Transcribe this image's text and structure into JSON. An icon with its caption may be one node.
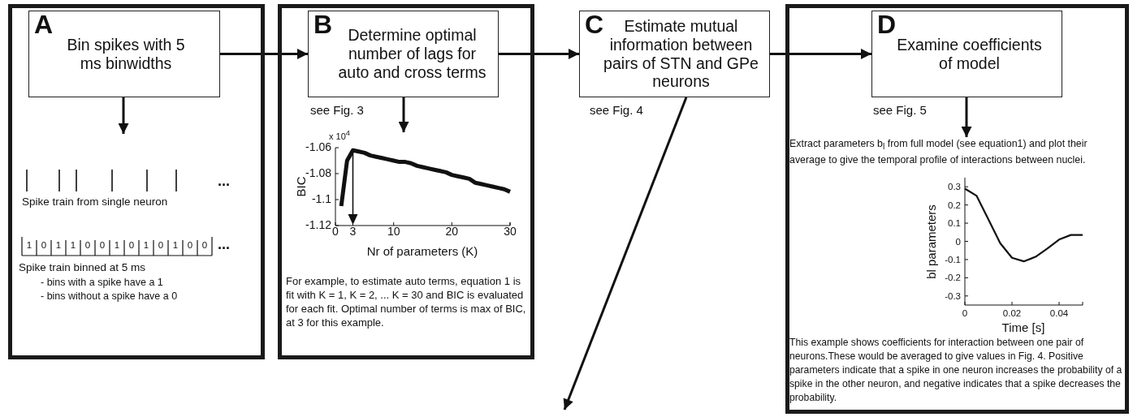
{
  "diagram": {
    "nodes": [
      {
        "text": [],
        "shape": "box"
      },
      {
        "text": [
          "A",
          "Bin spikes with 5 ms binwidths"
        ],
        "in": 0
      },
      {
        "text": [],
        "shape": "box"
      },
      {
        "text": [
          "B",
          "Determine optimal number of lags for auto and cross terms"
        ],
        "in": 2,
        "beside": [
          "see Fig. 3"
        ]
      },
      {
        "text": [
          "C",
          "Estimate mutual information between pairs of STN and GPe neurons"
        ],
        "beside": [
          "see Fig. 4"
        ]
      },
      {
        "text": [],
        "shape": "box"
      },
      {
        "text": [
          "D",
          "Examine coefficients of model"
        ],
        "in": 5,
        "beside": [
          "see Fig. 5"
        ]
      },
      {
        "text": [
          "Extract parameters b$_{l}$ from full model (see equation1) and plot their average to give the temporal profile of interactions between nuclei."
        ],
        "in": 5
      }
    ],
    "edges": [
      {
        "from": 1,
        "to": 3,
        "arrow": "to"
      },
      {
        "from": 3,
        "to": 4,
        "arrow": "to"
      },
      {
        "from": 4,
        "to": 6,
        "arrow": "to"
      },
      {
        "from": 1,
        "to": null,
        "arrow": "to"
      },
      {
        "from": 3,
        "to": null,
        "arrow": "to"
      },
      {
        "from": 4,
        "to": null,
        "arrow": "to"
      },
      {
        "from": 6,
        "to": 7,
        "arrow": "to"
      }
    ],
    "labels": [
      "...",
      "Spike train from single neuron",
      "1",
      "0",
      "1",
      "1",
      "0",
      "0",
      "1",
      "0",
      "1",
      "0",
      "1",
      "0",
      "0",
      "...",
      "Spike train binned at 5 ms",
      "- bins with a spike have a 1",
      "- bins without a spike have a 0",
      "x 10$^{4}$",
      "For example, to estimate auto terms, equation 1 is fit with K = 1, K = 2, ... K = 30 and BIC is evaluated for each fit. Optimal number of terms is max of BIC, at 3 for this example.",
      "This example shows coefficients for interaction between one pair of neurons.These would be averaged to give values in Fig. 4. Positive parameters indicate that a spike in one neuron increases the probability of a spike in the other neuron, and negative indicates that a spike decreases the probability."
    ],
    "chart_data": [
      {
        "type": "line",
        "xlabel": "Nr of parameters (K)",
        "ylabel": "BIC",
        "x": [
          1,
          2,
          3,
          4,
          5,
          6,
          7,
          8,
          9,
          10,
          11,
          12,
          13,
          14,
          15,
          16,
          17,
          18,
          19,
          20,
          21,
          22,
          23,
          24,
          25,
          26,
          27,
          28,
          29,
          30
        ],
        "values": [
          -1.105,
          -1.07,
          -1.062,
          -1.063,
          -1.064,
          -1.066,
          -1.067,
          -1.068,
          -1.069,
          -1.07,
          -1.071,
          -1.071,
          -1.072,
          -1.074,
          -1.075,
          -1.076,
          -1.077,
          -1.078,
          -1.079,
          -1.081,
          -1.082,
          -1.083,
          -1.084,
          -1.087,
          -1.088,
          -1.089,
          -1.09,
          -1.091,
          -1.092,
          -1.094
        ],
        "xlim": [
          0,
          30
        ],
        "ylim": [
          -1.12,
          -1.06
        ],
        "xticks": [
          0,
          3,
          10,
          20,
          30
        ],
        "yticks": [
          -1.06,
          -1.08,
          -1.1,
          -1.12
        ]
      },
      {
        "type": "line",
        "xlabel": "Time  [s]",
        "ylabel": "bl parameters",
        "x": [
          0,
          0.005,
          0.01,
          0.015,
          0.02,
          0.025,
          0.03,
          0.035,
          0.04,
          0.045,
          0.05
        ],
        "values": [
          0.29,
          0.25,
          0.12,
          -0.01,
          -0.09,
          -0.11,
          -0.085,
          -0.04,
          0.01,
          0.035,
          0.035
        ],
        "xlim": [
          0,
          0.05
        ],
        "ylim": [
          -0.35,
          0.35
        ],
        "xticks": [
          0,
          0.02,
          0.04
        ],
        "yticks": [
          0.3,
          0.2,
          0.1,
          0,
          -0.1,
          -0.2,
          -0.3
        ]
      }
    ]
  }
}
